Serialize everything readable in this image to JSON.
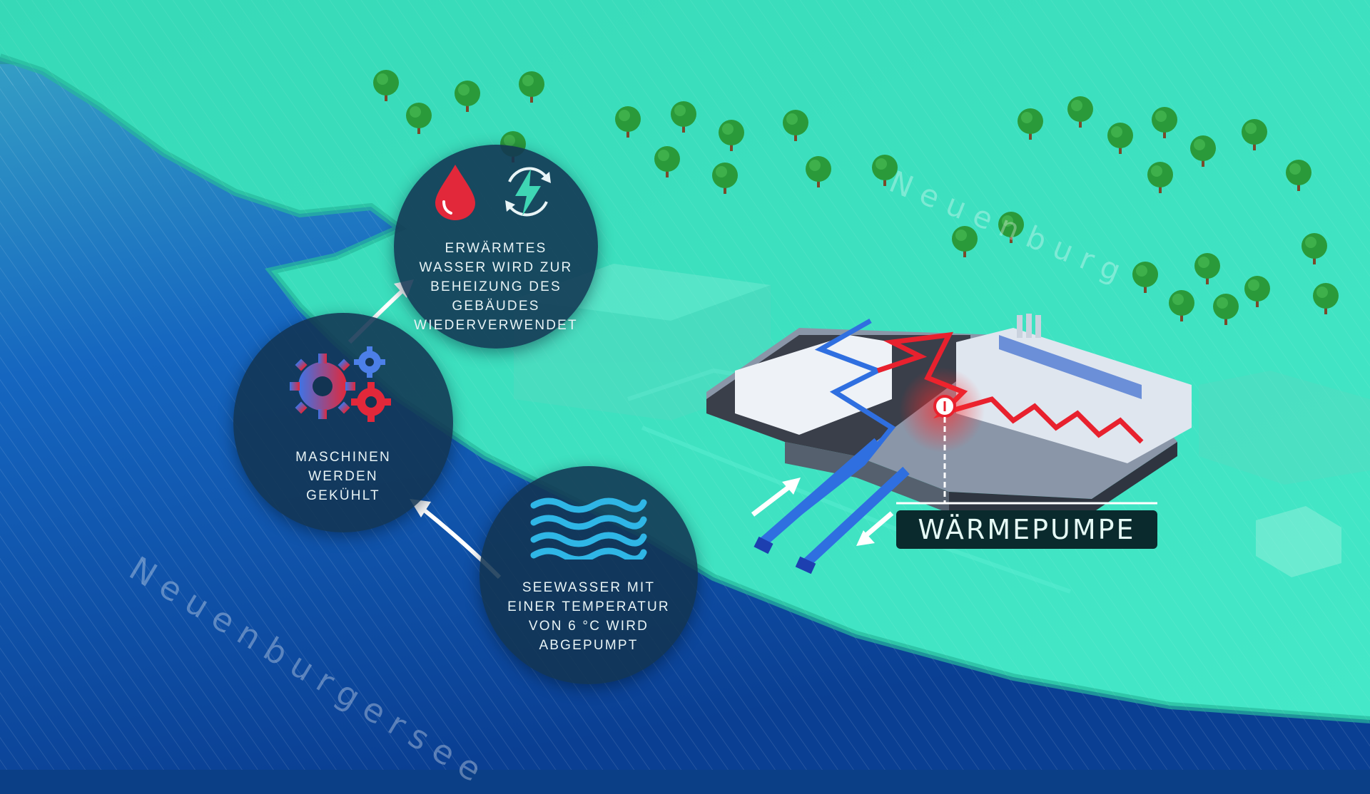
{
  "labels": {
    "town": "Neuenburg",
    "lake": "Neuenburgersee"
  },
  "steps": [
    {
      "text": "ERWÄRMTES WASSER WIRD ZUR BEHEIZUNG DES GEBÄUDES WIEDERVERWENDET",
      "icons": [
        "water-drop-icon",
        "renewable-energy-icon"
      ]
    },
    {
      "text": "MASCHINEN WERDEN GEKÜHLT",
      "icons": [
        "gears-icon"
      ]
    },
    {
      "text": "SEEWASSER MIT EINER TEMPERATUR VON 6 °C WIRD ABGEPUMPT",
      "icons": [
        "waves-icon"
      ]
    }
  ],
  "heat_pump": {
    "label": "WÄRMEPUMPE"
  },
  "colors": {
    "land": "#3ee3c2",
    "lake": "#0b4fa8",
    "circle": "#123452",
    "hot": "#e8212e",
    "cold": "#2f6fe0",
    "tree": "#2a9a3a"
  }
}
